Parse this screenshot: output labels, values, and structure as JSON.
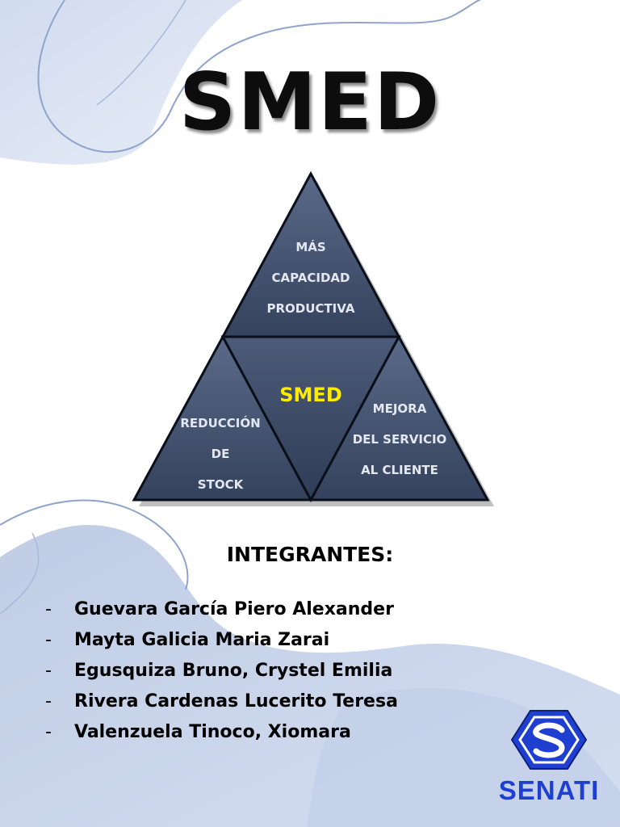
{
  "title": "SMED",
  "pyramid": {
    "top": [
      "MÁS",
      "CAPACIDAD",
      "PRODUCTIVA"
    ],
    "center": "SMED",
    "left": [
      "REDUCCIÓN",
      "DE",
      "STOCK"
    ],
    "right": [
      "MEJORA",
      "DEL SERVICIO",
      "AL CLIENTE"
    ],
    "colors": {
      "fill": "#3b4a66",
      "fill_light": "#5a6a88",
      "stroke": "#0a0f1a",
      "center_text": "#ffeb00"
    }
  },
  "members_heading": "INTEGRANTES:",
  "members": [
    "Guevara García Piero Alexander",
    "Mayta Galicia Maria Zarai",
    "Egusquiza Bruno, Crystel Emilia",
    "Rivera Cardenas Lucerito Teresa",
    "Valenzuela Tinoco, Xiomara"
  ],
  "bullet": "-",
  "logo": {
    "icon": "senati-logo-icon",
    "text": "SENATI",
    "color": "#1f3fd1"
  }
}
